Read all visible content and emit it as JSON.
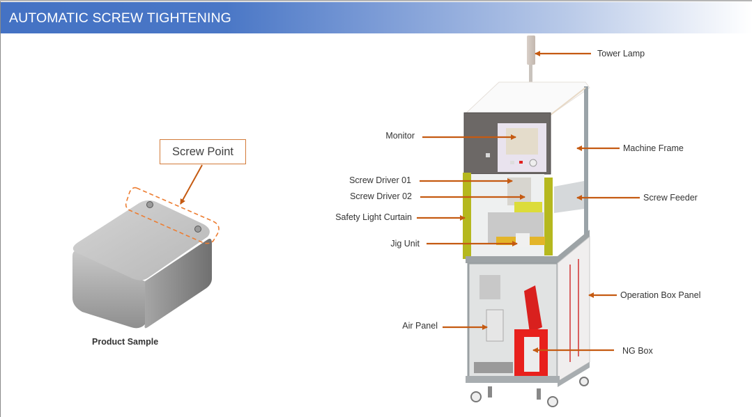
{
  "header": {
    "title": "AUTOMATIC SCREW TIGHTENING",
    "color_start": "#4472C4",
    "color_end": "#FFFFFF"
  },
  "product": {
    "callout_label": "Screw Point",
    "caption": "Product Sample",
    "callout_color": "#D27A38"
  },
  "machine": {
    "arrow_color": "#C55A11",
    "labels_left": [
      {
        "id": "monitor",
        "text": "Monitor"
      },
      {
        "id": "screw-driver-01",
        "text": "Screw Driver 01"
      },
      {
        "id": "screw-driver-02",
        "text": "Screw Driver 02"
      },
      {
        "id": "safety-light-curtain",
        "text": "Safety Light Curtain"
      },
      {
        "id": "jig-unit",
        "text": "Jig Unit"
      },
      {
        "id": "air-panel",
        "text": "Air Panel"
      }
    ],
    "labels_right": [
      {
        "id": "tower-lamp",
        "text": "Tower Lamp"
      },
      {
        "id": "machine-frame",
        "text": "Machine Frame"
      },
      {
        "id": "screw-feeder",
        "text": "Screw Feeder"
      },
      {
        "id": "operation-box-panel",
        "text": "Operation Box Panel"
      },
      {
        "id": "ng-box",
        "text": "NG Box"
      }
    ]
  }
}
